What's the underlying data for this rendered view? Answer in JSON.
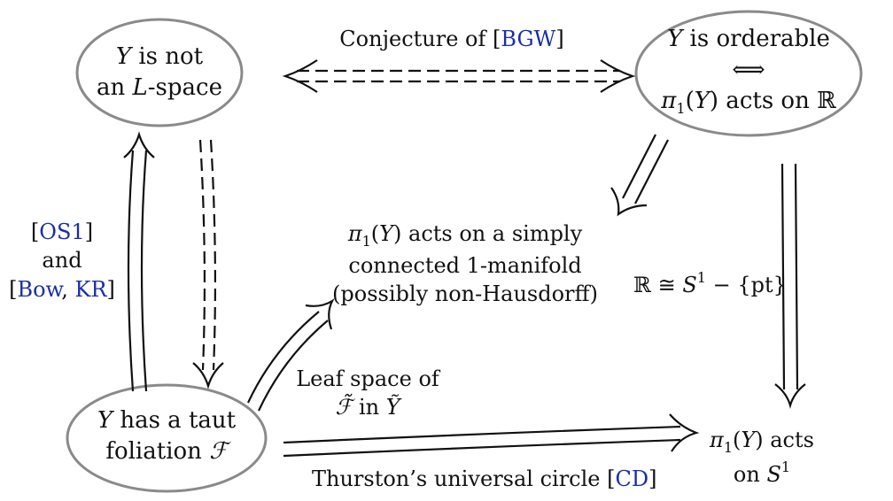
{
  "nodes": {
    "not_lspace": {
      "line1_var": "Y",
      "line1_rest": " is not",
      "line2_pre": "an ",
      "line2_var": "L",
      "line2_post": "-space"
    },
    "orderable": {
      "line1_var": "Y",
      "line1_rest": " is orderable",
      "iff": "⟺",
      "pi": "π",
      "sub": "1",
      "open": "(",
      "var": "Y",
      "close": ")",
      "rest": " acts on ℝ"
    },
    "manifold": {
      "pi": "π",
      "sub": "1",
      "open": "(",
      "var": "Y",
      "close": ")",
      "line1_rest": " acts on a simply",
      "line2": "connected 1-manifold",
      "line3": "(possibly non-Hausdorff)"
    },
    "taut": {
      "line1_var": "Y",
      "line1_rest": " has a taut",
      "line2_pre": "foliation ",
      "line2_sym": "ℱ"
    },
    "circle": {
      "pi": "π",
      "sub": "1",
      "open": "(",
      "var": "Y",
      "close": ")",
      "line1_rest": " acts",
      "line2_pre": "on ",
      "line2_var": "S",
      "line2_sup": "1"
    }
  },
  "labels": {
    "conjecture": {
      "text": "Conjecture of [",
      "ref": "BGW",
      "close": "]"
    },
    "os": {
      "open1": "[",
      "ref1": "OS1",
      "close1": "]",
      "and": "and",
      "open2": "[",
      "ref2": "Bow",
      "sep": ", ",
      "ref3": "KR",
      "close2": "]"
    },
    "real_circle": {
      "pre": "ℝ ≅ ",
      "var": "S",
      "sup": "1",
      "post": " − {pt}"
    },
    "leaf_space": {
      "line1": "Leaf space of",
      "sym": "ℱ̃",
      "mid": " in ",
      "var": "Ỹ"
    },
    "thurston": {
      "text": "Thurston’s universal circle [",
      "ref": "CD",
      "close": "]"
    }
  }
}
